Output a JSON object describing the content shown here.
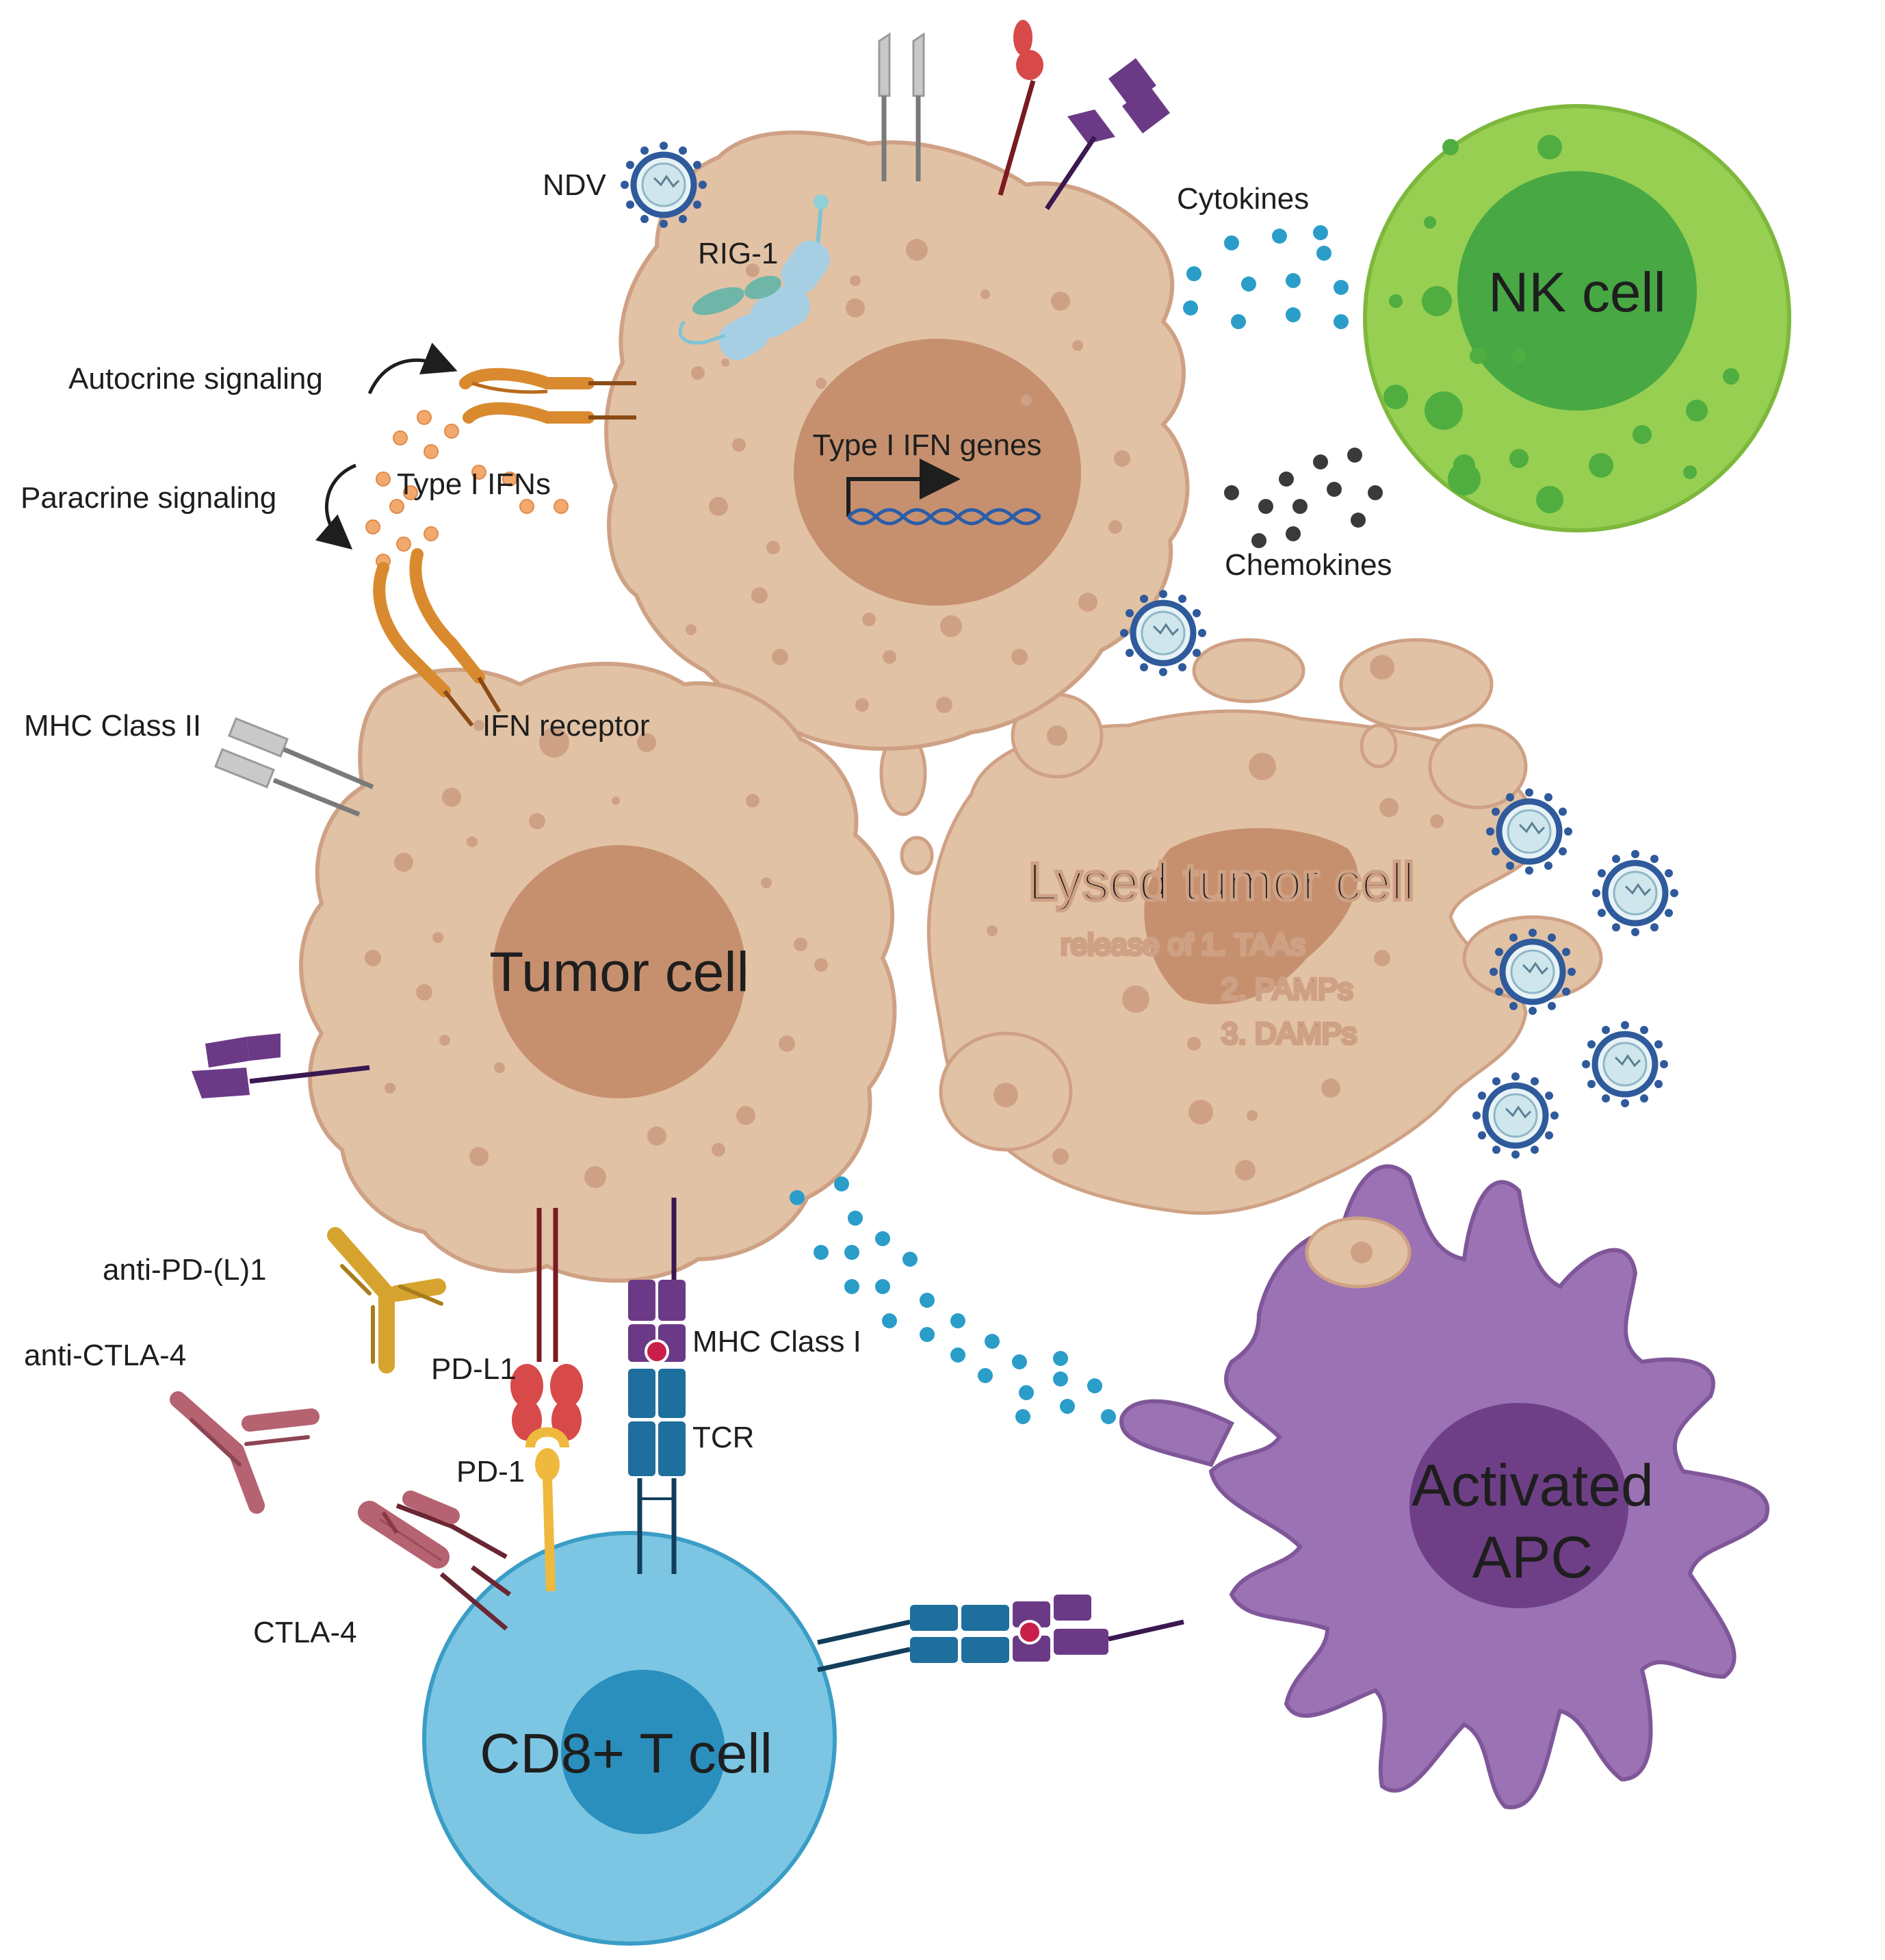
{
  "labels": {
    "ndv": "NDV",
    "rig1": "RIG-1",
    "cytokines": "Cytokines",
    "nk_cell": "NK cell",
    "autocrine": "Autocrine signaling",
    "paracrine": "Paracrine signaling",
    "type1_ifns": "Type I IFNs",
    "type1_ifn_genes": "Type I IFN genes",
    "chemokines": "Chemokines",
    "mhc_class_ii": "MHC Class II",
    "ifn_receptor": "IFN receptor",
    "lysed_tumor_cell": "Lysed tumor cell",
    "release_line1": "release of 1. TAAs",
    "release_line2": "2. PAMPs",
    "release_line3": "3. DAMPs",
    "tumor_cell": "Tumor cell",
    "anti_pdl1": "anti-PD-(L)1",
    "anti_ctla4": "anti-CTLA-4",
    "pd_l1": "PD-L1",
    "pd_1": "PD-1",
    "mhc_class_i": "MHC Class I",
    "tcr": "TCR",
    "ctla4": "CTLA-4",
    "cd8_t_cell": "CD8+ T cell",
    "apc_line1": "Activated",
    "apc_line2": "APC"
  },
  "colors": {
    "tumor_cytoplasm": "#e2c2a5",
    "tumor_outline": "#cfa184",
    "tumor_nucleus": "#c6906f",
    "nk_outer": "#97cf52",
    "nk_inner": "#47a844",
    "t_cell_outer": "#7cc6e3",
    "t_cell_inner": "#2a8fbd",
    "apc_body": "#9b72b3",
    "apc_nucleus": "#6e3f86",
    "cytokine_dot": "#2a9dc9",
    "chemokine_dot": "#3a3a3a",
    "ifn_dot": "#f2a96e",
    "ifn_receptor": "#d98a2e",
    "mhc_class_i": "#6b3a86",
    "tcr": "#1f6f9e",
    "pd_l1": "#d8494a",
    "pd_1": "#eeb93d",
    "ctla4": "#b56271",
    "anti_pdl1": "#d6a42e",
    "virus": "#2f5a9c"
  }
}
